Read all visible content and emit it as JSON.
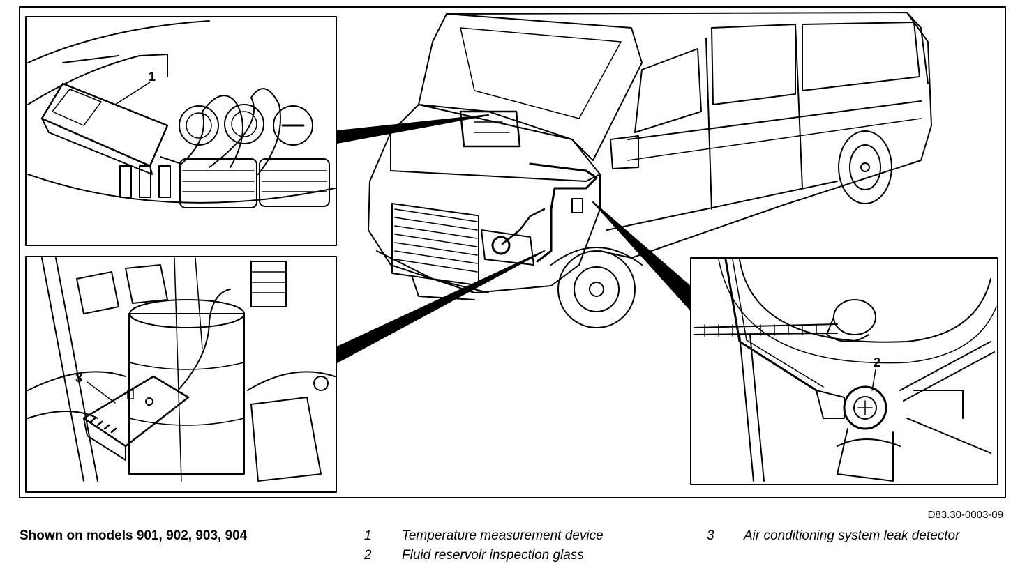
{
  "figure_id": "D83.30-0003-09",
  "caption": "Shown on models 901, 902, 903, 904",
  "callouts": {
    "c1": "1",
    "c2": "2",
    "c3": "3"
  },
  "legend": [
    {
      "number": "1",
      "text": "Temperature measurement device"
    },
    {
      "number": "2",
      "text": "Fluid reservoir inspection glass"
    },
    {
      "number": "3",
      "text": "Air conditioning system leak detector"
    }
  ]
}
